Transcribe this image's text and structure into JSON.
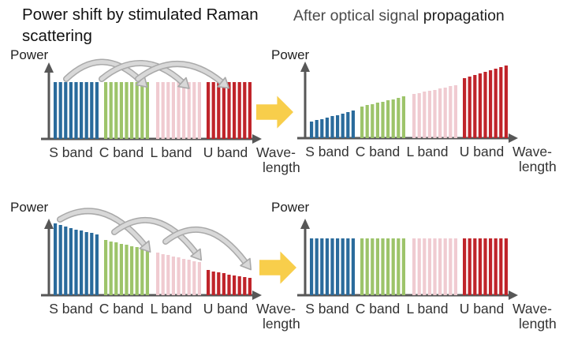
{
  "titles": {
    "left": "Power shift by stimulated Raman scattering",
    "right_part1": "After optical signal ",
    "right_part2": "propagation"
  },
  "labels": {
    "power": "Power",
    "wavelength_line1": "Wave-",
    "wavelength_line2": "length"
  },
  "colors": {
    "s_band": "#2A6B9C",
    "c_band": "#9DC46A",
    "l_band": "#F0CBD1",
    "u_band": "#C0242A",
    "axis": "#575757",
    "raman_arrow_fill": "#D8D8D8",
    "raman_arrow_border": "#A9A9A9",
    "propagation_arrow": "#F8CE4B",
    "band_label_text": "#333333"
  },
  "chart_data": [
    {
      "type": "bar",
      "position": "top-left",
      "ylabel": "Power",
      "xlabel": "Wave-length",
      "categories": [
        "S band",
        "C band",
        "L band",
        "U band"
      ],
      "series": [
        {
          "name": "S band",
          "color": "s_band",
          "heights": [
            72,
            72,
            72,
            72,
            72,
            72,
            72,
            72,
            72
          ]
        },
        {
          "name": "C band",
          "color": "c_band",
          "heights": [
            72,
            72,
            72,
            72,
            72,
            72,
            72,
            72,
            72
          ]
        },
        {
          "name": "L band",
          "color": "l_band",
          "heights": [
            72,
            72,
            72,
            72,
            72,
            72,
            72,
            72,
            72
          ]
        },
        {
          "name": "U band",
          "color": "u_band",
          "heights": [
            72,
            72,
            72,
            72,
            72,
            72,
            72,
            72,
            72
          ]
        }
      ],
      "raman_arrows_count": 3
    },
    {
      "type": "bar",
      "position": "top-right",
      "ylabel": "Power",
      "xlabel": "Wave-length",
      "categories": [
        "S band",
        "C band",
        "L band",
        "U band"
      ],
      "series": [
        {
          "name": "S band",
          "color": "s_band",
          "heights": [
            21,
            23,
            24,
            26,
            28,
            29,
            31,
            33,
            35
          ]
        },
        {
          "name": "C band",
          "color": "c_band",
          "heights": [
            40,
            42,
            43,
            45,
            46,
            48,
            49,
            51,
            53
          ]
        },
        {
          "name": "L band",
          "color": "l_band",
          "heights": [
            56,
            57,
            59,
            60,
            61,
            63,
            64,
            66,
            67
          ]
        },
        {
          "name": "U band",
          "color": "u_band",
          "heights": [
            76,
            78,
            80,
            82,
            84,
            86,
            88,
            90,
            92
          ]
        }
      ],
      "raman_arrows_count": 0
    },
    {
      "type": "bar",
      "position": "bottom-left",
      "ylabel": "Power",
      "xlabel": "Wave-length",
      "categories": [
        "S band",
        "C band",
        "L band",
        "U band"
      ],
      "series": [
        {
          "name": "S band",
          "color": "s_band",
          "heights": [
            91,
            89,
            87,
            85,
            83,
            82,
            80,
            79,
            77
          ]
        },
        {
          "name": "C band",
          "color": "c_band",
          "heights": [
            70,
            68,
            67,
            65,
            64,
            62,
            61,
            59,
            58
          ]
        },
        {
          "name": "L band",
          "color": "l_band",
          "heights": [
            54,
            52,
            51,
            49,
            48,
            46,
            45,
            43,
            42
          ]
        },
        {
          "name": "U band",
          "color": "u_band",
          "heights": [
            32,
            30,
            29,
            28,
            26,
            25,
            24,
            23,
            22
          ]
        }
      ],
      "raman_arrows_count": 3
    },
    {
      "type": "bar",
      "position": "bottom-right",
      "ylabel": "Power",
      "xlabel": "Wave-length",
      "categories": [
        "S band",
        "C band",
        "L band",
        "U band"
      ],
      "series": [
        {
          "name": "S band",
          "color": "s_band",
          "heights": [
            72,
            72,
            72,
            72,
            72,
            72,
            72,
            72,
            72
          ]
        },
        {
          "name": "C band",
          "color": "c_band",
          "heights": [
            72,
            72,
            72,
            72,
            72,
            72,
            72,
            72,
            72
          ]
        },
        {
          "name": "L band",
          "color": "l_band",
          "heights": [
            72,
            72,
            72,
            72,
            72,
            72,
            72,
            72,
            72
          ]
        },
        {
          "name": "U band",
          "color": "u_band",
          "heights": [
            72,
            72,
            72,
            72,
            72,
            72,
            72,
            72,
            72
          ]
        }
      ],
      "raman_arrows_count": 0
    }
  ]
}
